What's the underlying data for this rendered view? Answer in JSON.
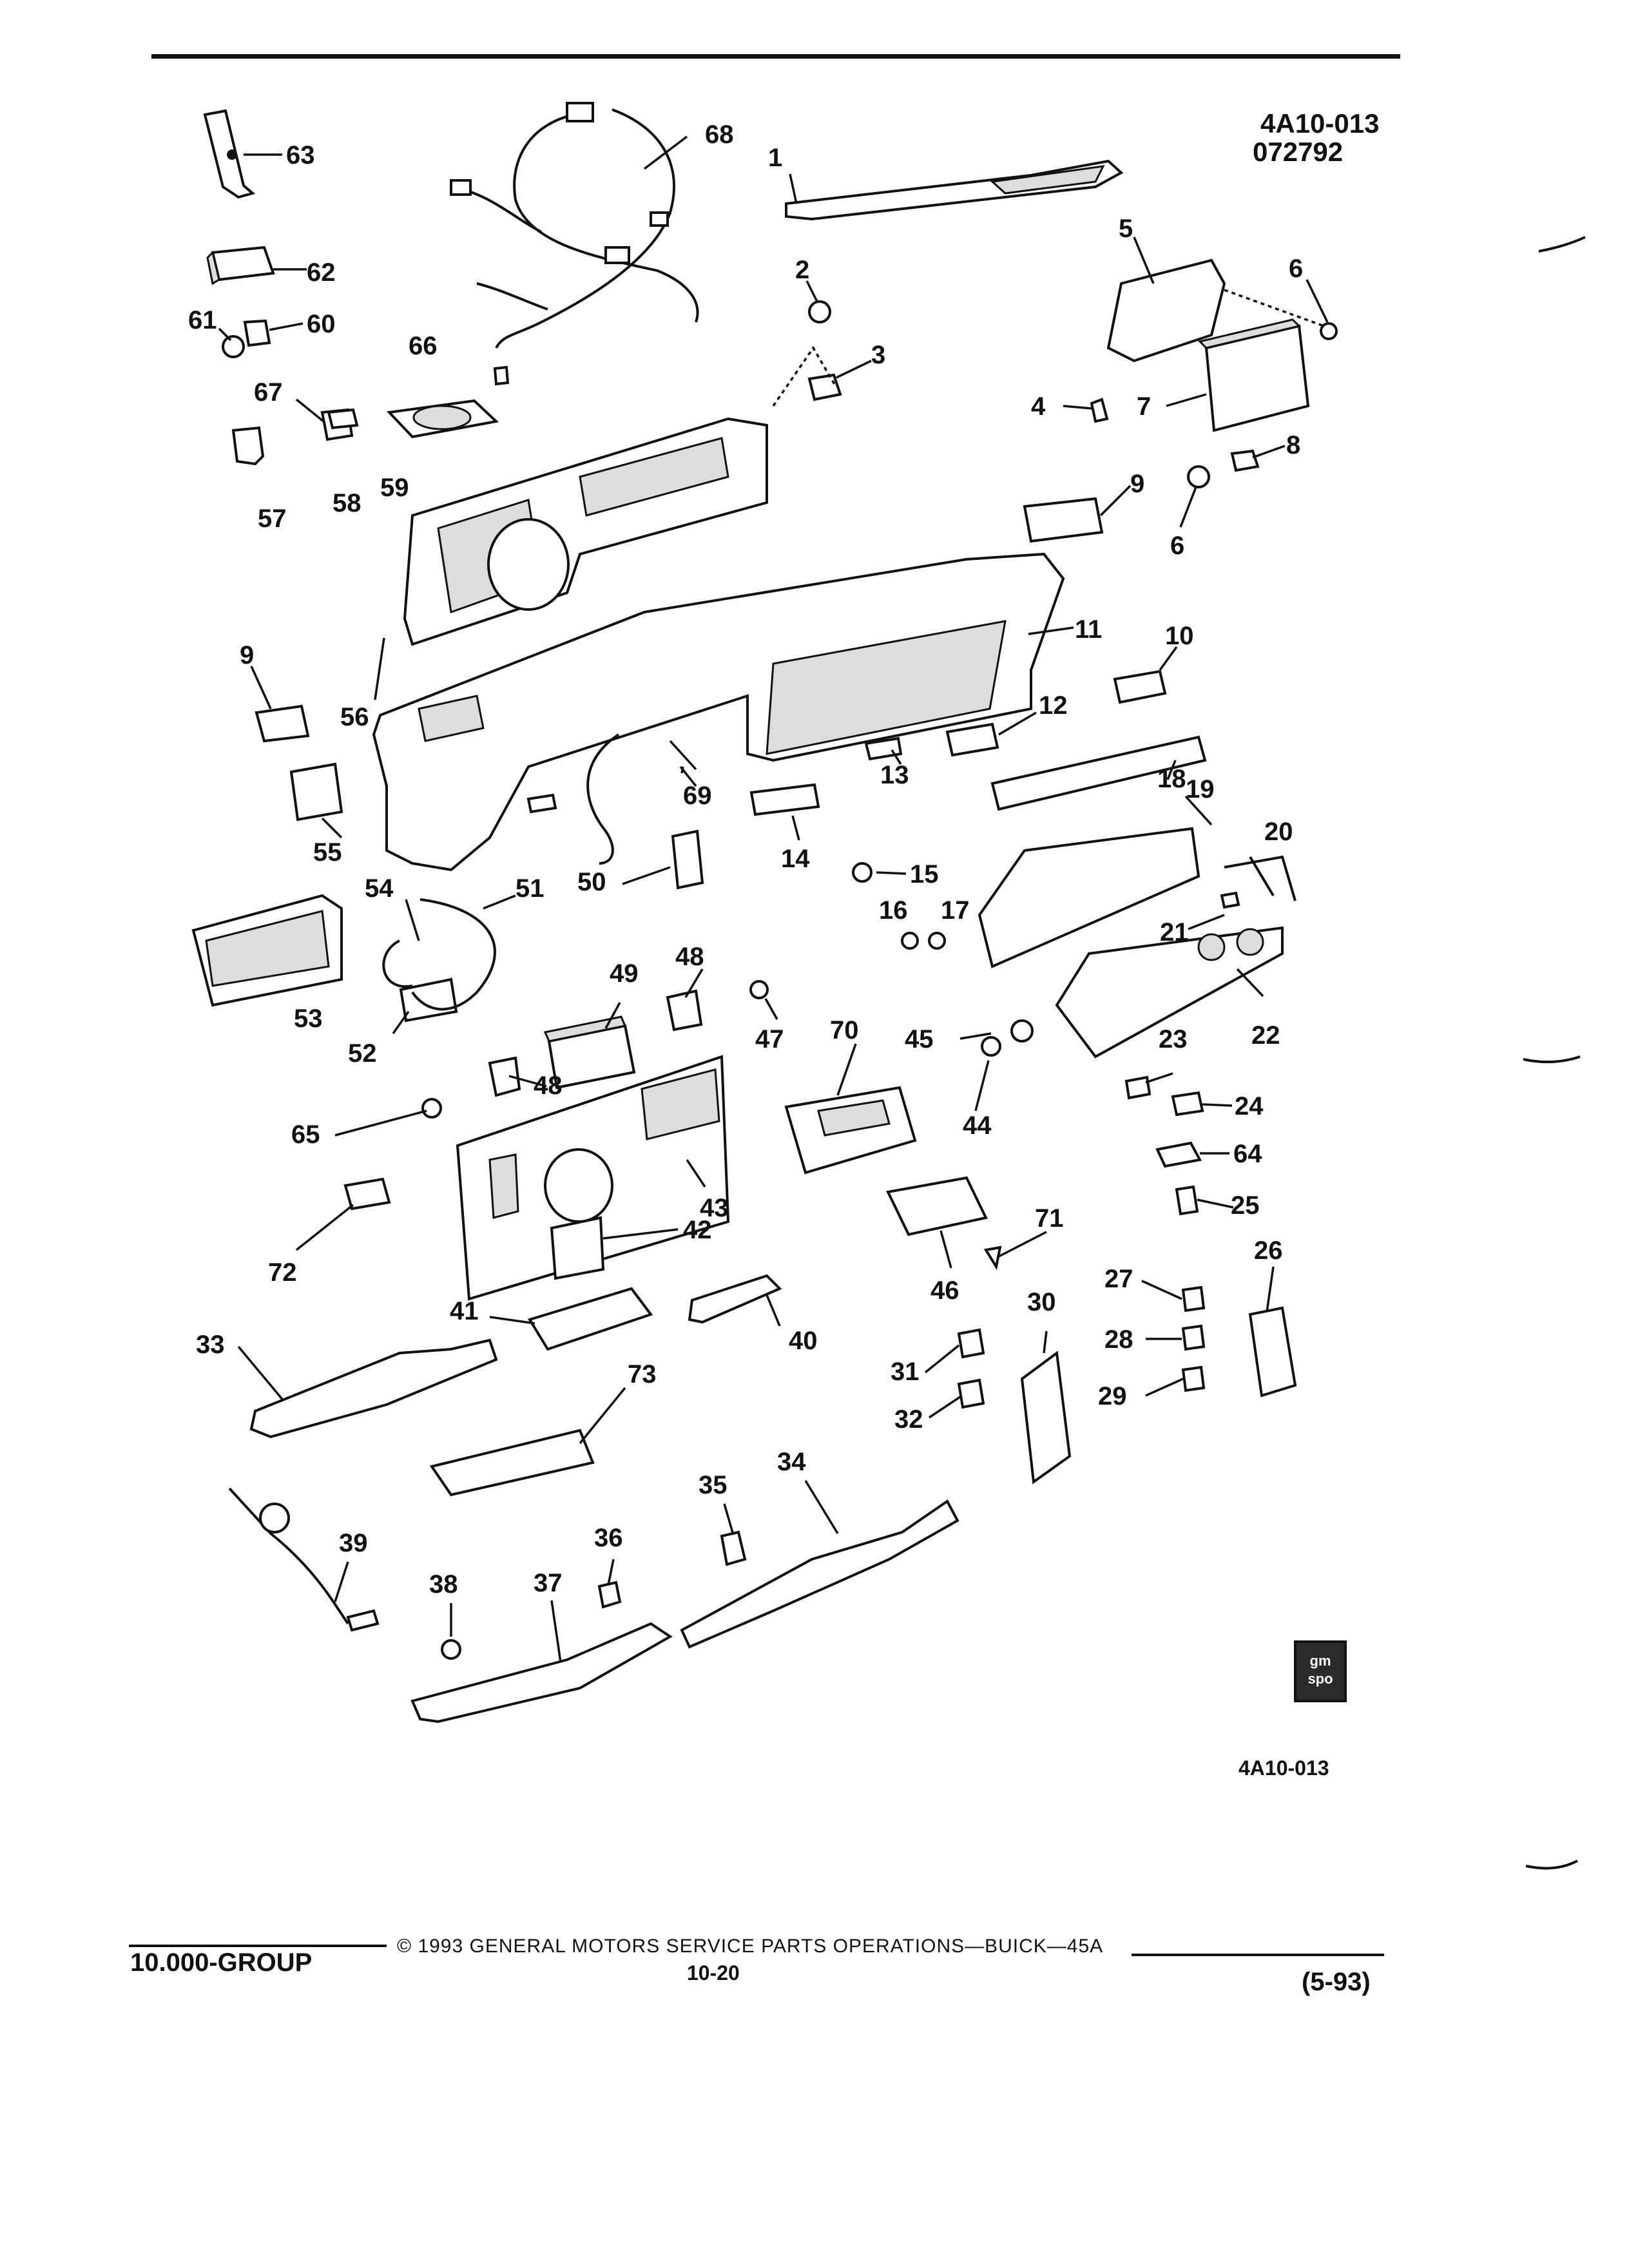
{
  "header": {
    "illustration_code": "4A10-013",
    "date_code": "072792"
  },
  "footer": {
    "group": "10.000-GROUP",
    "copyright": "© 1993 GENERAL MOTORS SERVICE PARTS OPERATIONS—BUICK—45A",
    "page_number": "10-20",
    "revision": "(5-93)"
  },
  "figure_caption": "4A10-013",
  "badge_text": [
    "gm",
    "spo"
  ],
  "callouts": [
    "1",
    "2",
    "3",
    "4",
    "5",
    "6",
    "6",
    "7",
    "8",
    "9",
    "9",
    "10",
    "11",
    "12",
    "13",
    "14",
    "15",
    "16",
    "17",
    "18",
    "19",
    "20",
    "21",
    "22",
    "23",
    "24",
    "25",
    "26",
    "27",
    "28",
    "29",
    "30",
    "31",
    "32",
    "33",
    "34",
    "35",
    "36",
    "37",
    "38",
    "39",
    "40",
    "41",
    "42",
    "43",
    "44",
    "45",
    "46",
    "47",
    "48",
    "48",
    "49",
    "50",
    "51",
    "52",
    "53",
    "54",
    "55",
    "56",
    "57",
    "58",
    "59",
    "60",
    "61",
    "62",
    "63",
    "64",
    "65",
    "66",
    "67",
    "68",
    "69",
    "70",
    "71",
    "72",
    "73"
  ]
}
